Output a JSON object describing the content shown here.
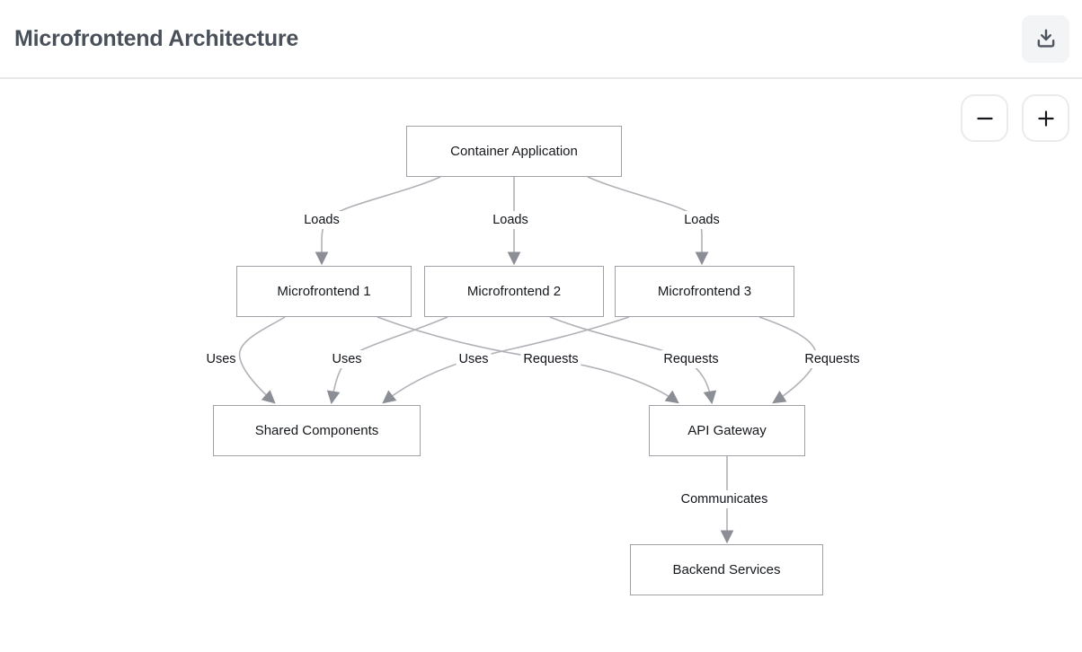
{
  "header": {
    "title": "Microfrontend Architecture"
  },
  "controls": {
    "download_icon": "download-icon",
    "zoom_out_icon": "minus-icon",
    "zoom_in_icon": "plus-icon"
  },
  "colors": {
    "edge": "#b1b1b7",
    "arrowhead": "#8c8e96",
    "node_border": "#9fa1a7",
    "title_text": "#4a505a",
    "download_button_bg": "#f3f4f6",
    "background": "#ffffff"
  },
  "diagram": {
    "nodes": [
      {
        "id": "container",
        "label": "Container Application"
      },
      {
        "id": "mf1",
        "label": "Microfrontend 1"
      },
      {
        "id": "mf2",
        "label": "Microfrontend 2"
      },
      {
        "id": "mf3",
        "label": "Microfrontend 3"
      },
      {
        "id": "shared",
        "label": "Shared Components"
      },
      {
        "id": "api",
        "label": "API Gateway"
      },
      {
        "id": "backend",
        "label": "Backend Services"
      }
    ],
    "edges": [
      {
        "from": "container",
        "to": "mf1",
        "label": "Loads"
      },
      {
        "from": "container",
        "to": "mf2",
        "label": "Loads"
      },
      {
        "from": "container",
        "to": "mf3",
        "label": "Loads"
      },
      {
        "from": "mf1",
        "to": "shared",
        "label": "Uses"
      },
      {
        "from": "mf2",
        "to": "shared",
        "label": "Uses"
      },
      {
        "from": "mf3",
        "to": "shared",
        "label": "Uses"
      },
      {
        "from": "mf1",
        "to": "api",
        "label": "Requests"
      },
      {
        "from": "mf2",
        "to": "api",
        "label": "Requests"
      },
      {
        "from": "mf3",
        "to": "api",
        "label": "Requests"
      },
      {
        "from": "api",
        "to": "backend",
        "label": "Communicates"
      }
    ]
  }
}
